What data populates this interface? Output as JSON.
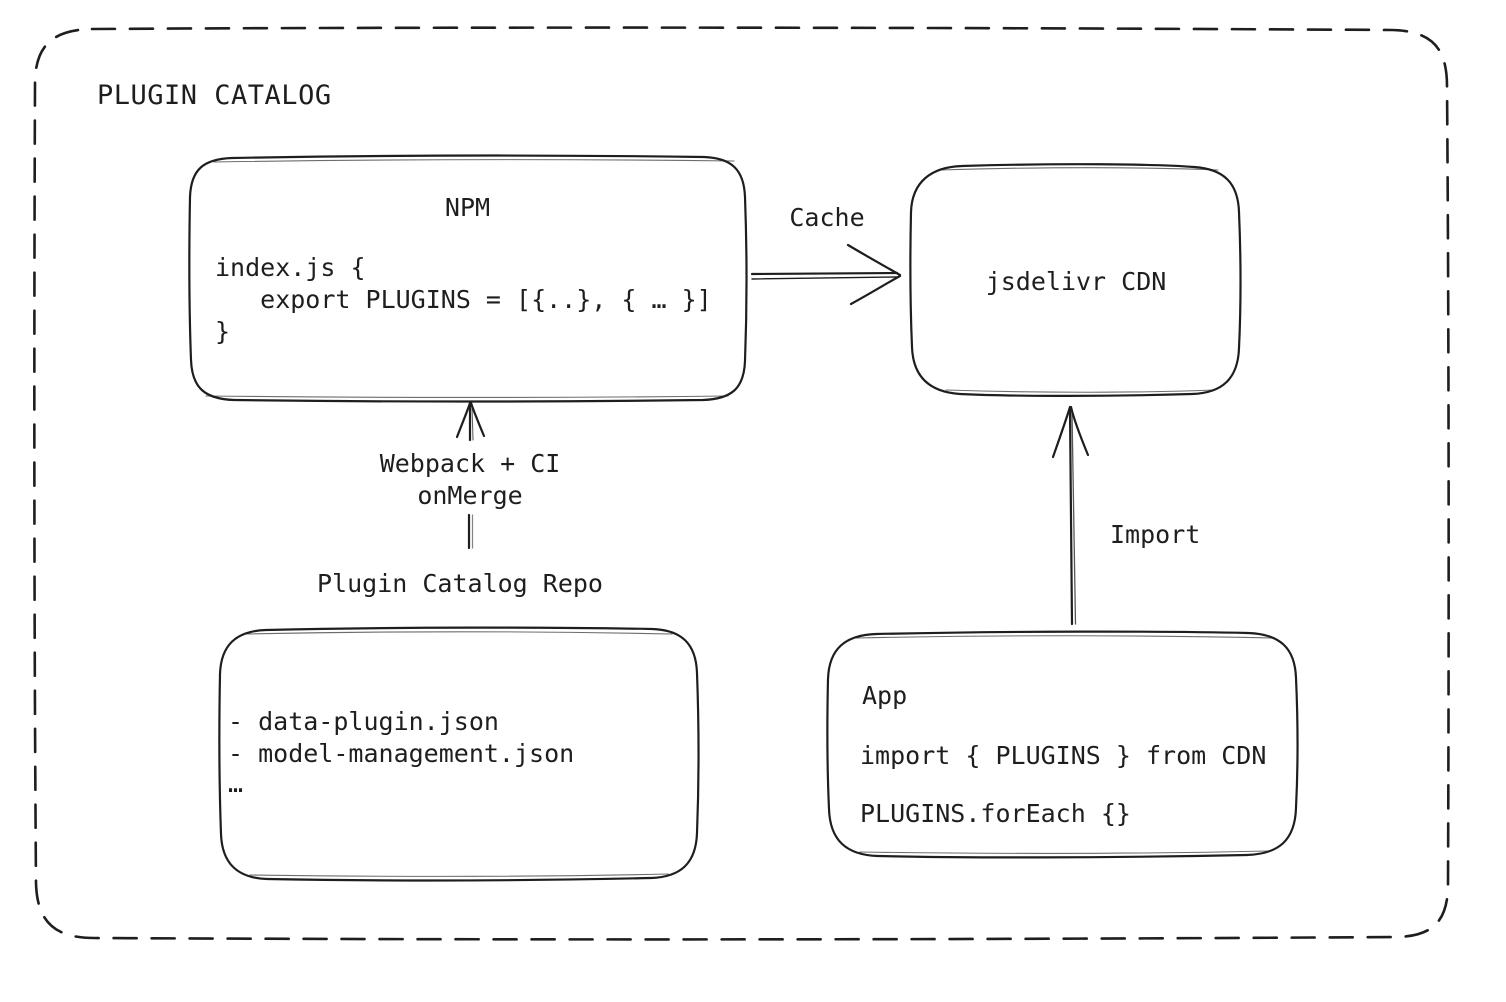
{
  "title": "PLUGIN CATALOG",
  "nodes": {
    "npm": {
      "title": "NPM",
      "code_lines": [
        "index.js {",
        "   export PLUGINS = [{..}, { … }]",
        "}"
      ]
    },
    "cdn": {
      "title": "jsdelivr CDN"
    },
    "repo": {
      "title": "Plugin Catalog Repo",
      "files": [
        "- data-plugin.json",
        "- model-management.json",
        "…"
      ]
    },
    "app": {
      "title": "App",
      "code_lines": [
        "import { PLUGINS } from CDN",
        "PLUGINS.forEach {}"
      ]
    }
  },
  "edges": {
    "cache": {
      "label": "Cache"
    },
    "build": {
      "labels": [
        "Webpack + CI",
        "onMerge"
      ]
    },
    "import": {
      "label": "Import"
    }
  },
  "colors": {
    "stroke": "#1e1e1e",
    "background": "#ffffff"
  }
}
